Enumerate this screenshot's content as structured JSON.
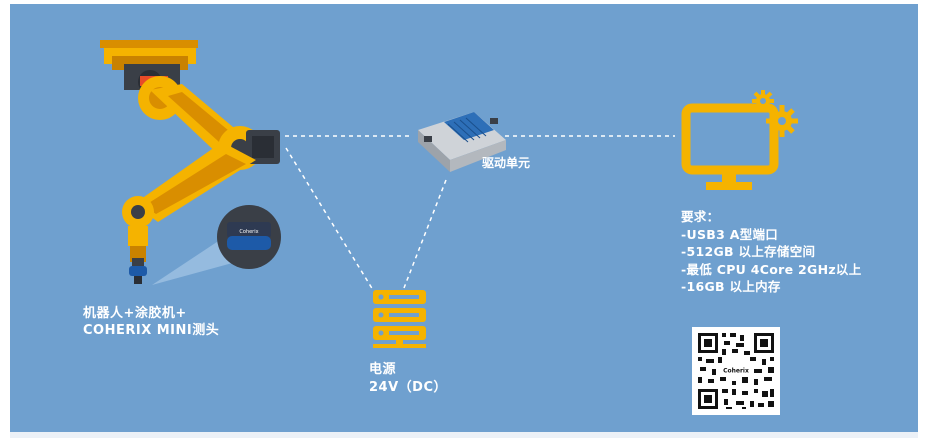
{
  "robot_label": {
    "line1": "机器人+涂胶机+",
    "line2": "COHERIX MINI测头"
  },
  "sensor_brand": "Coherix",
  "drive_unit_label": "驱动单元",
  "power": {
    "title": "电源",
    "spec": "24V（DC）"
  },
  "requirements": {
    "heading": "要求：",
    "items": [
      "-USB3 A型端口",
      "-512GB 以上存储空间",
      "-最低 CPU 4Core 2GHz以上",
      "-16GB 以上内存"
    ]
  },
  "qr_brand": "Coherix",
  "colors": {
    "background": "#6fa0cf",
    "accent": "#f5b300",
    "text": "#ffffff"
  }
}
